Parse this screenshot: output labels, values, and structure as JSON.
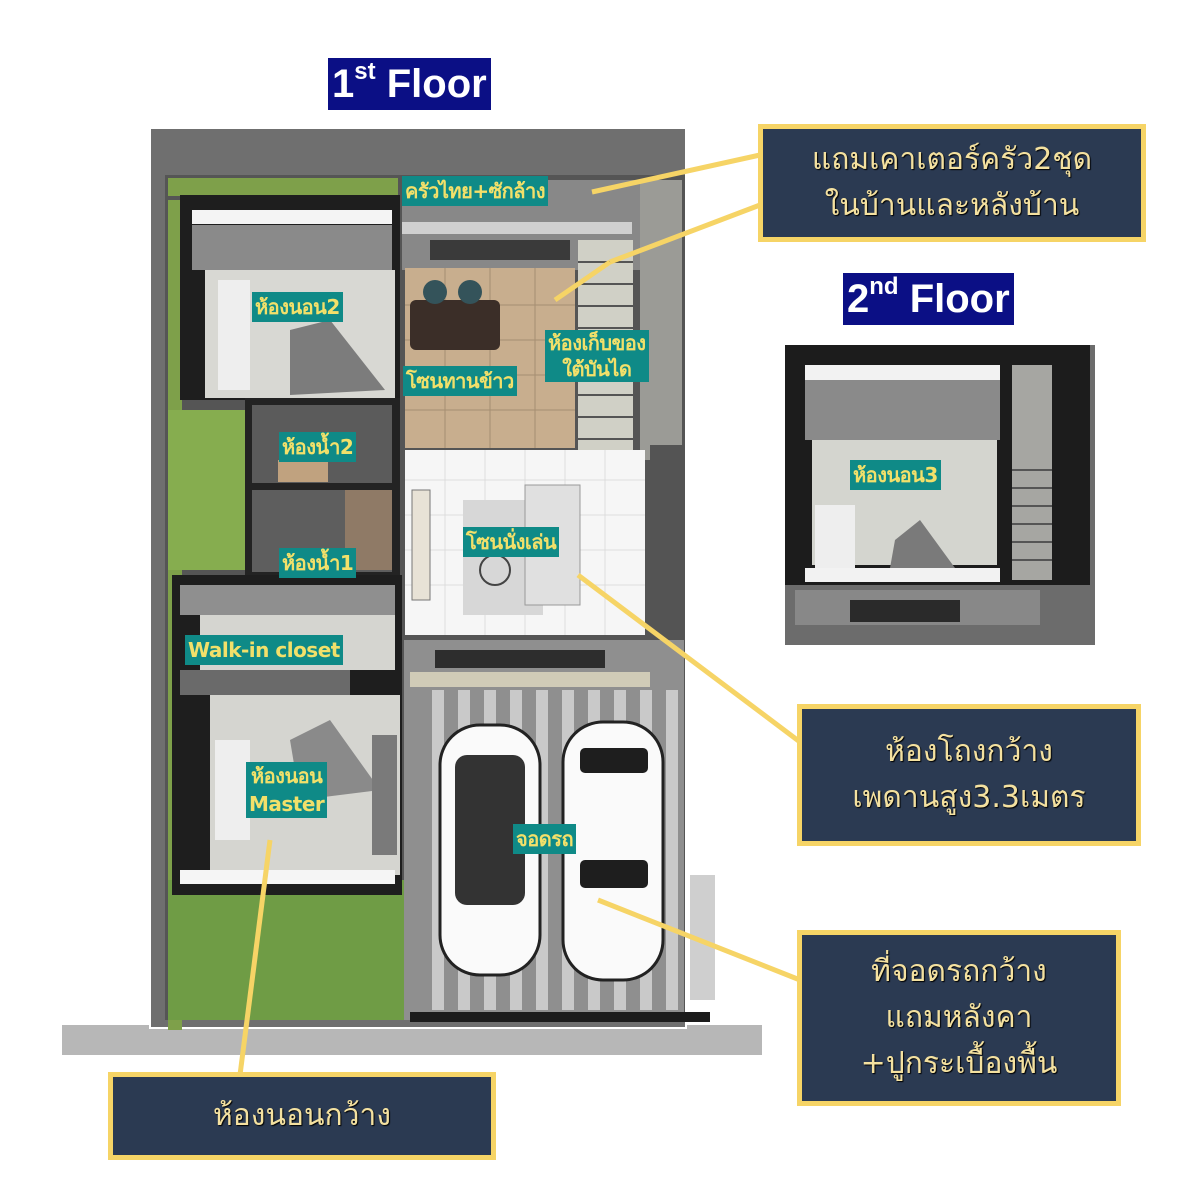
{
  "floors": {
    "first": {
      "number": "1",
      "suffix": "st",
      "word": "Floor"
    },
    "second": {
      "number": "2",
      "suffix": "nd",
      "word": "Floor"
    }
  },
  "rooms_first_floor": {
    "kitchen": "ครัวไทย+ซักล้าง",
    "bedroom2": "ห้องนอน2",
    "dining": "โซนทานข้าว",
    "storage_line1": "ห้องเก็บของ",
    "storage_line2": "ใต้บันได",
    "bathroom2": "ห้องน้ำ2",
    "bathroom1": "ห้องน้ำ1",
    "living": "โซนนั่งเล่น",
    "walkin": "Walk-in closet",
    "master_line1": "ห้องนอน",
    "master_line2": "Master",
    "parking": "จอดรถ"
  },
  "rooms_second_floor": {
    "bedroom3": "ห้องนอน3"
  },
  "callouts": {
    "kitchen_counter": {
      "line1": "แถมเคาเตอร์ครัว2ชุด",
      "line2": "ในบ้านและหลังบ้าน"
    },
    "hall": {
      "line1": "ห้องโถงกว้าง",
      "line2": "เพดานสูง3.3เมตร"
    },
    "parking": {
      "line1": "ที่จอดรถกว้าง",
      "line2": "แถมหลังคา",
      "line3": "+ปูกระเบื้องพื้น"
    },
    "bedroom": {
      "line1": "ห้องนอนกว้าง"
    }
  },
  "colors": {
    "floor_title_bg": "#0b0f85",
    "room_label_bg": "#0f8a87",
    "room_label_text": "#f2e06a",
    "callout_bg": "#2b3a52",
    "callout_border": "#f6d466",
    "leader_line": "#f6d466",
    "lawn": "#7ea04a"
  }
}
